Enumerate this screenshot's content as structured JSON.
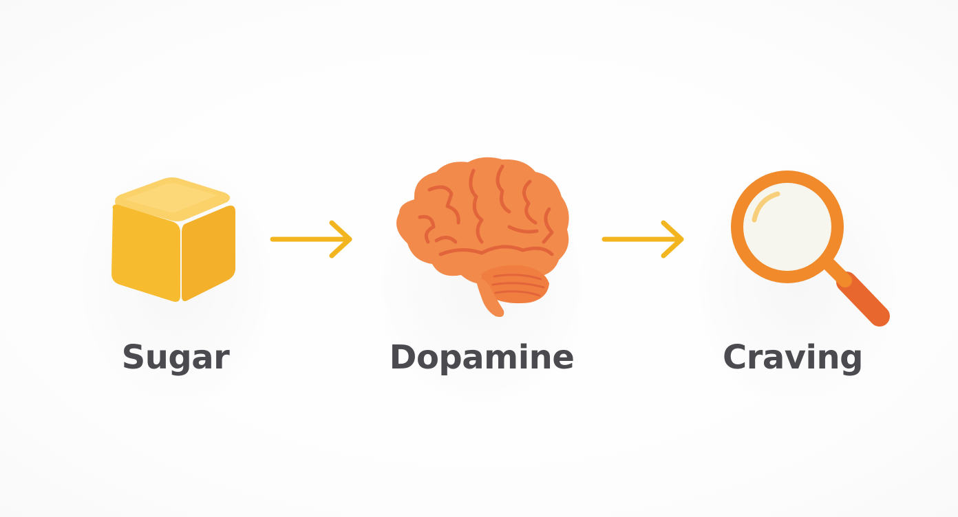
{
  "steps": [
    {
      "label": "Sugar",
      "icon": "sugar-cube-icon"
    },
    {
      "label": "Dopamine",
      "icon": "brain-icon"
    },
    {
      "label": "Craving",
      "icon": "magnifying-glass-icon"
    }
  ],
  "colors": {
    "label_text": "#4a4a4f",
    "arrow": "#f2b51f",
    "cube_front": "#f6bb2f",
    "cube_top": "#fbd26a",
    "brain": "#f28a4c",
    "brain_lines": "#e2643a",
    "lens_ring": "#f08a2a",
    "lens_handle": "#e8672e"
  }
}
